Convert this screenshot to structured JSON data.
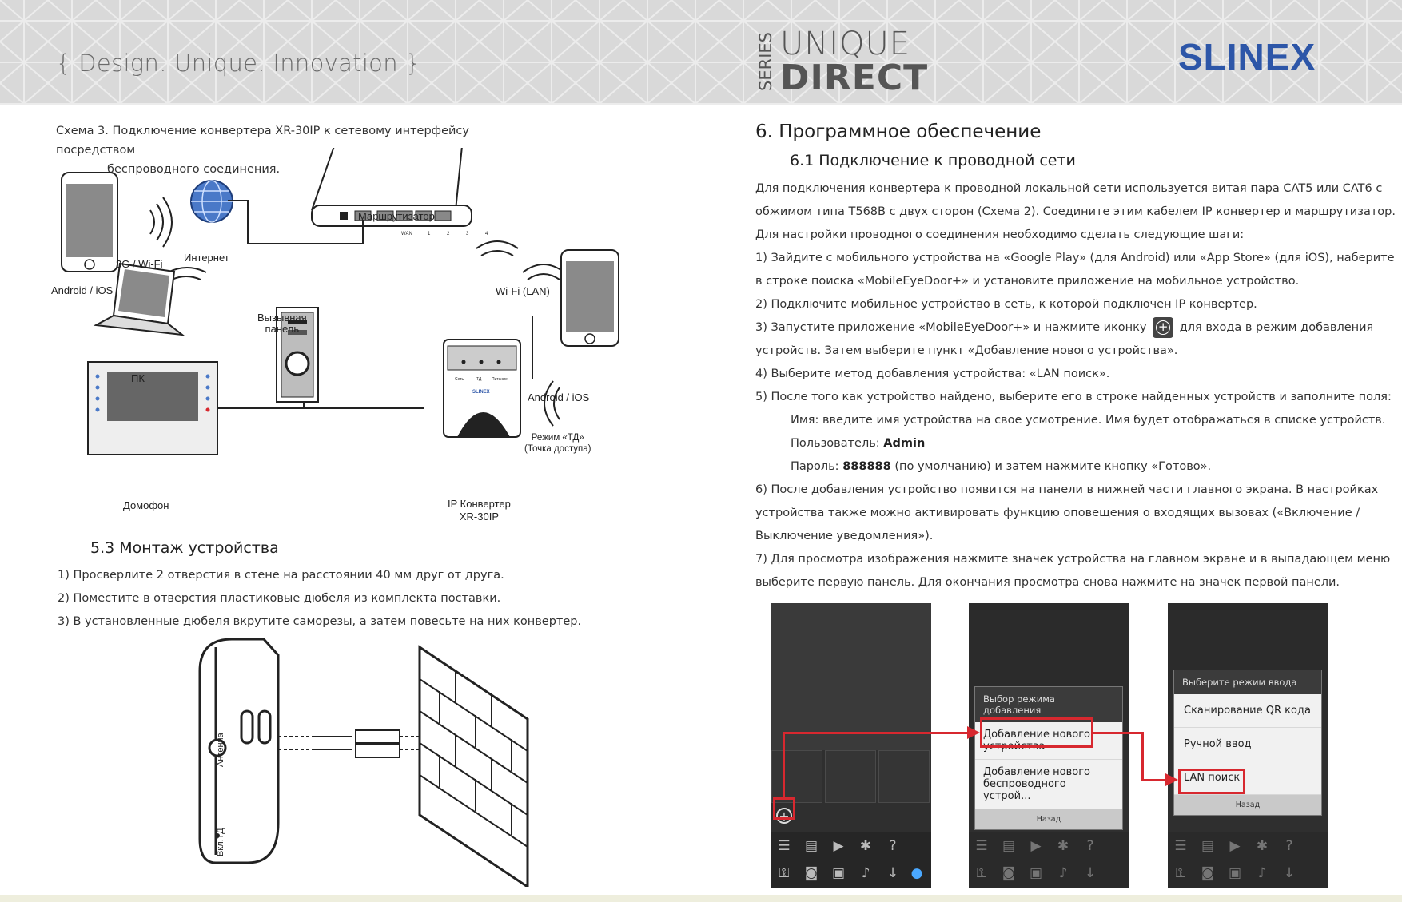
{
  "header": {
    "tagline": "{ Design. Unique. Innovation }",
    "series_vertical": "SERIES",
    "series_top": "UNIQUE",
    "series_bottom": "DIRECT",
    "brand": "SLINEX",
    "brand_color": "#2d56a8"
  },
  "left": {
    "scheme_caption_line1": "Схема 3. Подключение конвертера XR-30IP к сетевому интерфейсу посредством",
    "scheme_caption_line2": "беспроводного соединения.",
    "diagram": {
      "android_ios_1": "Android / iOS",
      "wifi_3g": "3G / Wi-Fi",
      "internet": "Интернет",
      "router": "Маршрутизатор",
      "pc": "ПК",
      "call_panel": "Вызывная\nпанель",
      "wifi_lan": "Wi-Fi (LAN)",
      "android_ios_2": "Android / iOS",
      "intercom": "Домофон",
      "converter": "IP Конвертер\nXR-30IP",
      "ap_mode": "Режим «ТД»\n(Точка доступа)",
      "router_wan": "WAN",
      "router_ports": [
        "1",
        "2",
        "3",
        "4"
      ],
      "converter_leds": [
        "Сеть",
        "ТД",
        "Питание"
      ],
      "converter_brand": "SLINEX"
    },
    "section_53_title": "5.3 Монтаж устройства",
    "section_53_steps": [
      "1) Просверлите 2 отверстия в стене на расстоянии 40 мм друг от друга.",
      "2) Поместите в отверстия пластиковые дюбеля из комплекта поставки.",
      "3) В установленные дюбеля вкрутите саморезы, а затем повесьте на них конвертер."
    ],
    "mount": {
      "antenna": "Антенна",
      "vkl_td": "Вкл.ТД"
    }
  },
  "right": {
    "section_6_title": "6. Программное обеспечение",
    "section_61_title": "6.1 Подключение к проводной сети",
    "paragraphs": {
      "p1a": "Для подключения конвертера к проводной локальной сети используется витая пара CAT5 или CAT6 с",
      "p1b": "обжимом типа T568B с двух сторон (Схема 2). Соедините этим кабелем IP конвертер и маршрутизатор.",
      "p2": "Для настройки проводного соединения необходимо сделать следующие шаги:",
      "s1a": "1) Зайдите с мобильного устройства на «Google Play» (для Android) или «App Store» (для iOS), наберите",
      "s1b": "в строке поиска «MobileEyeDoor+» и установите приложение на мобильное устройство.",
      "s2": "2) Подключите мобильное устройство в сеть, к которой подключен IP конвертер.",
      "s3a_pre": "3) Запустите  приложение «MobileEyeDoor+» и нажмите иконку",
      "s3a_post": "для входа в режим добавления",
      "s3b": "устройств. Затем выберите пункт  «Добавление нового устройства».",
      "s4": "4) Выберите метод добавления устройства: «LAN поиск».",
      "s5": "5) После того как устройство найдено, выберите его в строке найденных устройств и заполните поля:",
      "s5_name": "Имя: введите имя устройства на свое усмотрение. Имя будет отображаться в списке устройств.",
      "s5_user_label": "Пользователь: ",
      "s5_user_value": "Admin",
      "s5_pass_label": "Пароль: ",
      "s5_pass_value": "888888",
      "s5_pass_rest": " (по умолчанию) и затем нажмите кнопку «Готово».",
      "s6a": "6) После добавления устройство появится на панели в нижней части главного экрана. В настройках",
      "s6b": "устройства также можно активировать функцию оповещения о входящих вызовах («Включение /",
      "s6c": "Выключение уведомления»).",
      "s7a": "7) Для просмотра изображения нажмите значек устройства на главном экране и в выпадающем меню",
      "s7b": "выберите первую панель. Для окончания просмотра снова нажмите на значек первой панели."
    },
    "screens": {
      "dialog1_title": "Выбор режима добавления",
      "dialog1_items": [
        "Добавление нового устройства",
        "Добавление нового беспроводного устрой..."
      ],
      "dialog1_footer": "Назад",
      "dialog2_title": "Выберите режим ввода",
      "dialog2_items": [
        "Сканирование QR кода",
        "Ручной ввод",
        "LAN поиск"
      ],
      "dialog2_footer": "Назад",
      "highlight_color": "#d7282f"
    }
  }
}
